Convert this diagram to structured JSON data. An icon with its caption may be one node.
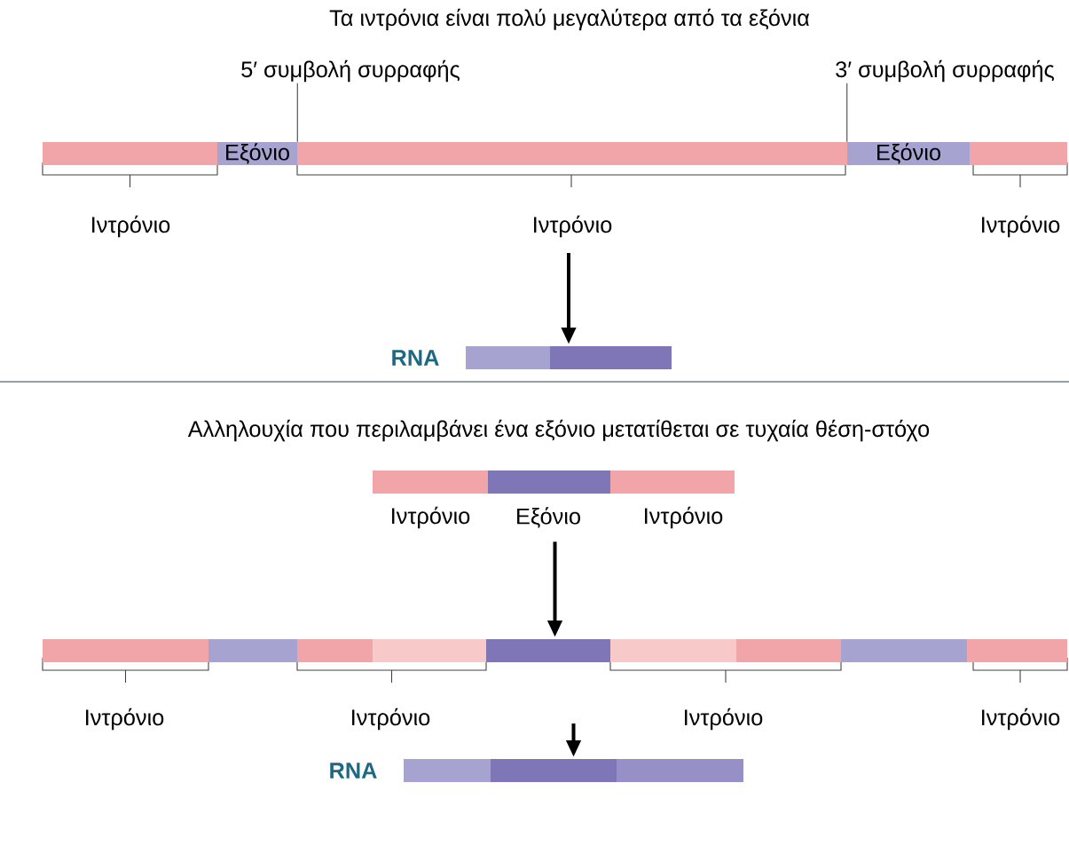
{
  "diagram": {
    "title": "Τα ιντρόνια είναι πολύ μεγαλύτερα από τα εξόνια",
    "nodes": [
      {
        "text": [
          "5′ συμβολή συρραφής"
        ]
      },
      {
        "text": [
          "3′ συμβολή συρραφής"
        ]
      },
      {
        "text": [],
        "shape": "bar"
      },
      {
        "text": [
          "Εξόνιο"
        ]
      },
      {
        "text": [
          "Εξόνιο"
        ]
      },
      {
        "text": [],
        "shape": "bar",
        "beside": [
          "RNA"
        ]
      },
      {
        "text": [],
        "shape": "bar",
        "beside": [
          "Ιντρόνιο",
          "Εξόνιο",
          "Ιντρόνιο"
        ]
      },
      {
        "text": [],
        "shape": "bar"
      },
      {
        "text": [],
        "shape": "bar",
        "beside": [
          "RNA"
        ]
      }
    ],
    "edges": [
      {
        "from": 0,
        "to": 3,
        "arrow": "none"
      },
      {
        "from": 1,
        "to": 4,
        "arrow": "none"
      },
      {
        "from": null,
        "to": 5,
        "arrow": "to"
      },
      {
        "from": 6,
        "to": 7,
        "arrow": "to"
      },
      {
        "from": null,
        "to": 8,
        "arrow": "to"
      }
    ],
    "labels": [
      "Ιντρόνιο",
      "Ιντρόνιο",
      "Ιντρόνιο",
      "Αλληλουχία που περιλαμβάνει ένα εξόνιο μετατίθεται σε τυχαία θέση-στόχο",
      "Ιντρόνιο",
      "Ιντρόνιο",
      "Ιντρόνιο",
      "Ιντρόνιο"
    ]
  }
}
